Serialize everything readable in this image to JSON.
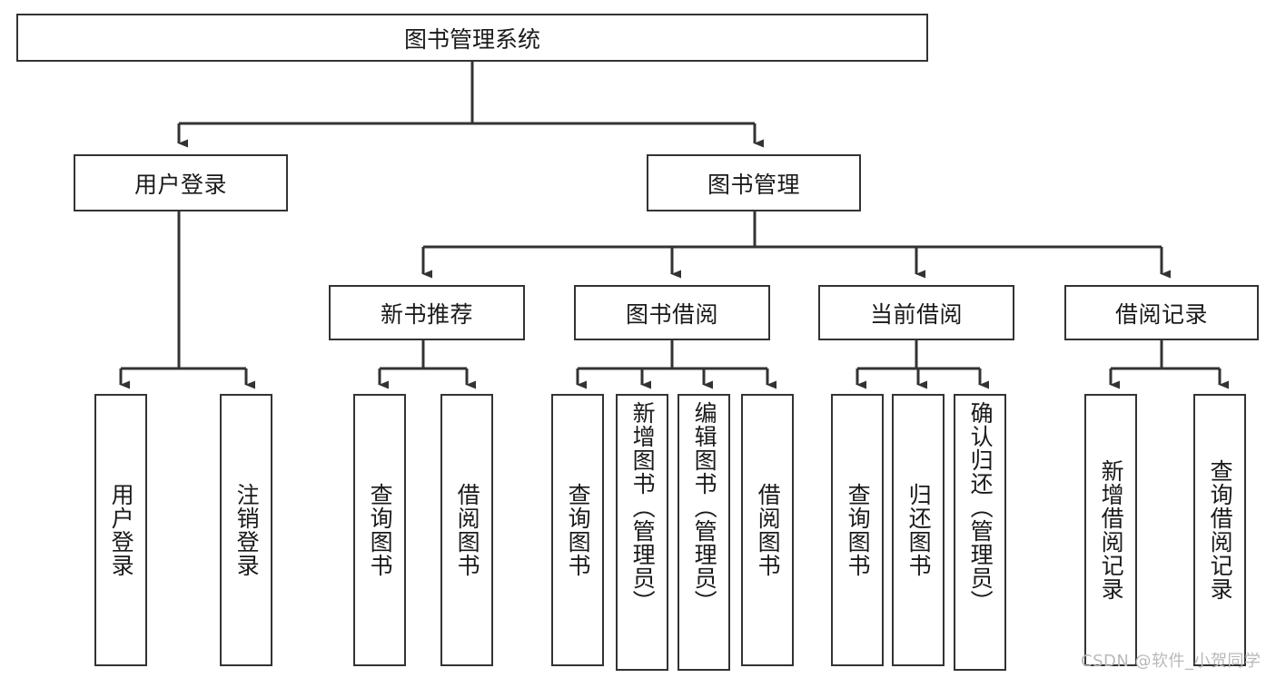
{
  "diagram": {
    "title": "图书管理系统",
    "watermark": "CSDN @软件_小贺同学",
    "line_color": "#333333",
    "box_fill": "#ffffff",
    "text_color": "#1a1a1a",
    "levels": {
      "root": {
        "label": "图书管理系统"
      },
      "level2": [
        {
          "label": "用户登录"
        },
        {
          "label": "图书管理"
        }
      ],
      "level3": [
        {
          "label": "新书推荐"
        },
        {
          "label": "图书借阅"
        },
        {
          "label": "当前借阅"
        },
        {
          "label": "借阅记录"
        }
      ],
      "leaves": {
        "user_login": [
          {
            "label": "用户登录"
          },
          {
            "label": "注销登录"
          }
        ],
        "new_book_recommend": [
          {
            "label": "查询图书"
          },
          {
            "label": "借阅图书"
          }
        ],
        "book_borrow": [
          {
            "label": "查询图书"
          },
          {
            "label": "新增图书（管理员）"
          },
          {
            "label": "编辑图书（管理员）"
          },
          {
            "label": "借阅图书"
          }
        ],
        "current_borrow": [
          {
            "label": "查询图书"
          },
          {
            "label": "归还图书"
          },
          {
            "label": "确认归还（管理员）"
          }
        ],
        "borrow_record": [
          {
            "label": "新增借阅记录"
          },
          {
            "label": "查询借阅记录"
          }
        ]
      }
    }
  }
}
